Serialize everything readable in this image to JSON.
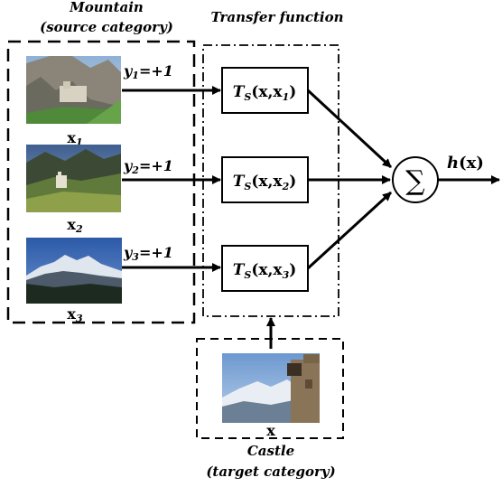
{
  "source": {
    "title_line1": "Mountain",
    "title_line2": "(source category)",
    "images": [
      {
        "name": "mountain-castle-cliff",
        "label": "x",
        "sub": "1",
        "y_label": "y",
        "y_sub": "1",
        "y_value": "=+1"
      },
      {
        "name": "mountain-castle-valley",
        "label": "x",
        "sub": "2",
        "y_label": "y",
        "y_sub": "2",
        "y_value": "=+1"
      },
      {
        "name": "snowy-mountain-range",
        "label": "x",
        "sub": "3",
        "y_label": "y",
        "y_sub": "3",
        "y_value": "=+1"
      }
    ]
  },
  "transfer": {
    "title": "Transfer function",
    "boxes": [
      {
        "T": "T",
        "S": "S",
        "arg": "(x,x",
        "sub": "1",
        "close": ")"
      },
      {
        "T": "T",
        "S": "S",
        "arg": "(x,x",
        "sub": "2",
        "close": ")"
      },
      {
        "T": "T",
        "S": "S",
        "arg": "(x,x",
        "sub": "3",
        "close": ")"
      }
    ]
  },
  "sum": {
    "symbol": "∑",
    "output_h": "h",
    "output_arg": "(x)"
  },
  "target": {
    "image_name": "castle-tower-mountains",
    "label": "x",
    "title_line1": "Castle",
    "title_line2": "(target category)"
  }
}
